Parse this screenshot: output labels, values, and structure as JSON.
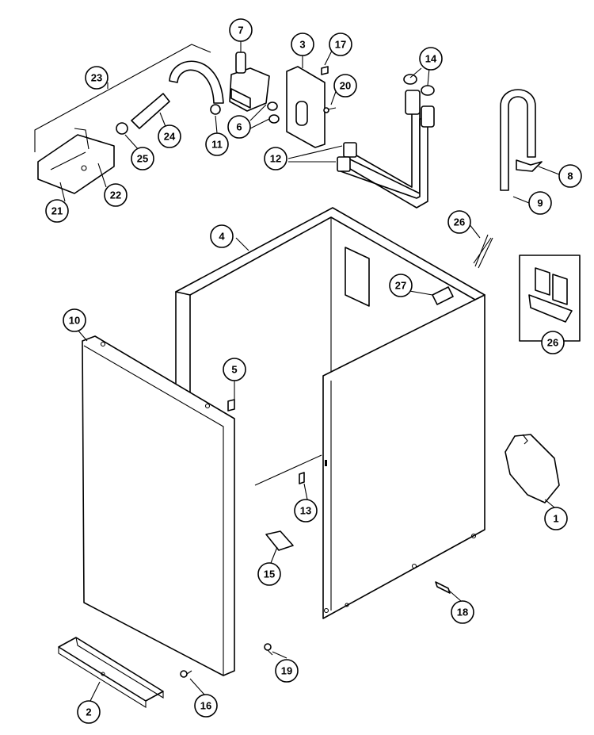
{
  "diagram": {
    "callouts": [
      "1",
      "2",
      "3",
      "4",
      "5",
      "6",
      "7",
      "8",
      "9",
      "10",
      "11",
      "12",
      "13",
      "14",
      "15",
      "16",
      "17",
      "18",
      "19",
      "20",
      "21",
      "22",
      "23",
      "24",
      "25",
      "26",
      "26",
      "27"
    ]
  }
}
